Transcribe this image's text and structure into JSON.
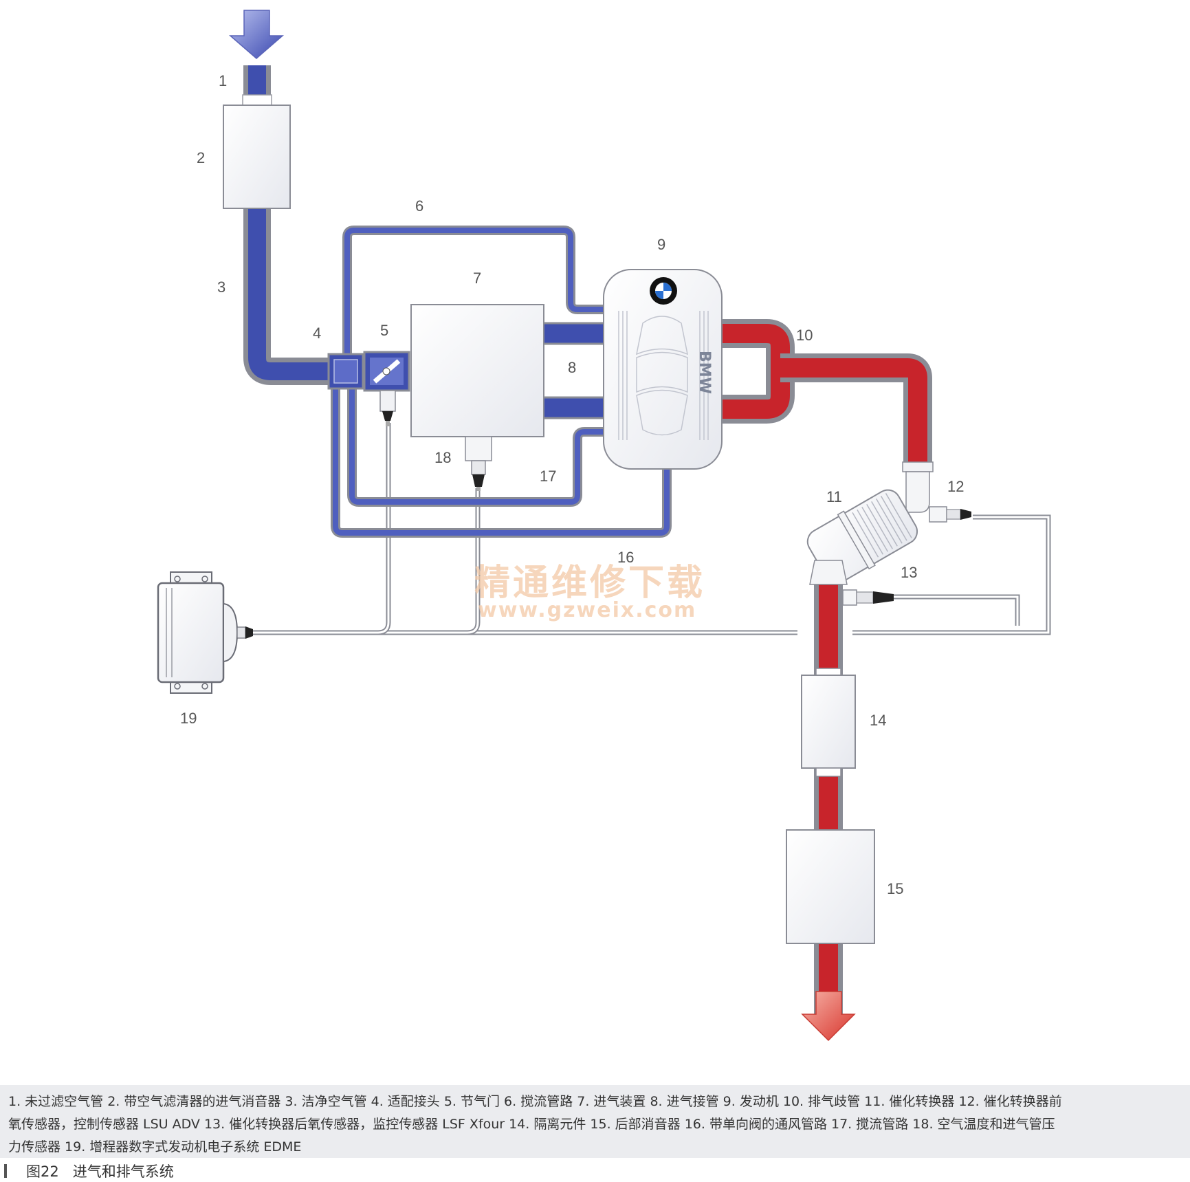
{
  "colors": {
    "intake_blue": "#3f4fae",
    "intake_light": "#7f8fd8",
    "exhaust_red": "#c8242b",
    "pipe_outline": "#8a8c95",
    "caption_bg": "#ebecef"
  },
  "labels": {
    "n1": "1",
    "n2": "2",
    "n3": "3",
    "n4": "4",
    "n5": "5",
    "n6": "6",
    "n7": "7",
    "n8": "8",
    "n9": "9",
    "n10": "10",
    "n11": "11",
    "n12": "12",
    "n13": "13",
    "n14": "14",
    "n15": "15",
    "n16": "16",
    "n17": "17",
    "n18": "18",
    "n19": "19"
  },
  "engine_badge": "BMW",
  "watermark": {
    "line1": "精通维修下载",
    "line2": "www.gzweix.com"
  },
  "icons": [
    "air-in-arrow-icon",
    "exhaust-out-arrow-icon",
    "bmw-logo-icon"
  ],
  "caption": {
    "line1": "1. 未过滤空气管  2. 带空气滤清器的进气消音器  3. 洁净空气管  4. 适配接头  5. 节气门  6. 搅流管路  7. 进气装置  8. 进气接管  9. 发动机  10. 排气歧管  11. 催化转换器  12. 催化转换器前",
    "line2": "氧传感器，控制传感器 LSU ADV  13. 催化转换器后氧传感器，监控传感器 LSF Xfour  14. 隔离元件  15. 后部消音器  16. 带单向阀的通风管路  17. 搅流管路  18. 空气温度和进气管压",
    "line3": "力传感器  19. 增程器数字式发动机电子系统 EDME"
  },
  "figure_title": {
    "number": "图22",
    "text": "进气和排气系统"
  }
}
